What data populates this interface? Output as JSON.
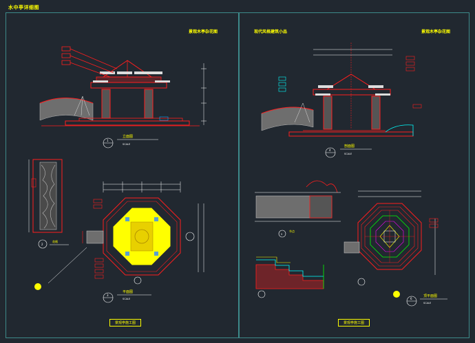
{
  "page": {
    "title": "水中亭详细图",
    "colors": {
      "background": "#212830",
      "frame": "#3d8a8a",
      "red": "#ff1e1e",
      "yellow": "#ffff00",
      "white": "#ffffff",
      "cyan": "#00ffff",
      "green": "#00ff00",
      "magenta": "#ff00ff",
      "gray": "#8a8a8a"
    }
  },
  "left_sheet": {
    "title": "景观木亭杂花图",
    "elevation_label": "立面图",
    "plan_label": "平面图",
    "screen_label": "花格",
    "scale_text": "SCALE",
    "footer": "景观亭施工图",
    "callouts": [
      "1",
      "2",
      "3"
    ]
  },
  "right_sheet": {
    "title_left": "现代风格建筑小品",
    "title_right": "景观木亭杂花图",
    "elevation_label": "剖面图",
    "plan_label": "顶平面图",
    "detail_label": "节点",
    "scale_text": "SCALE",
    "footer": "景观亭施工图",
    "callouts": [
      "4",
      "5",
      "6"
    ]
  }
}
